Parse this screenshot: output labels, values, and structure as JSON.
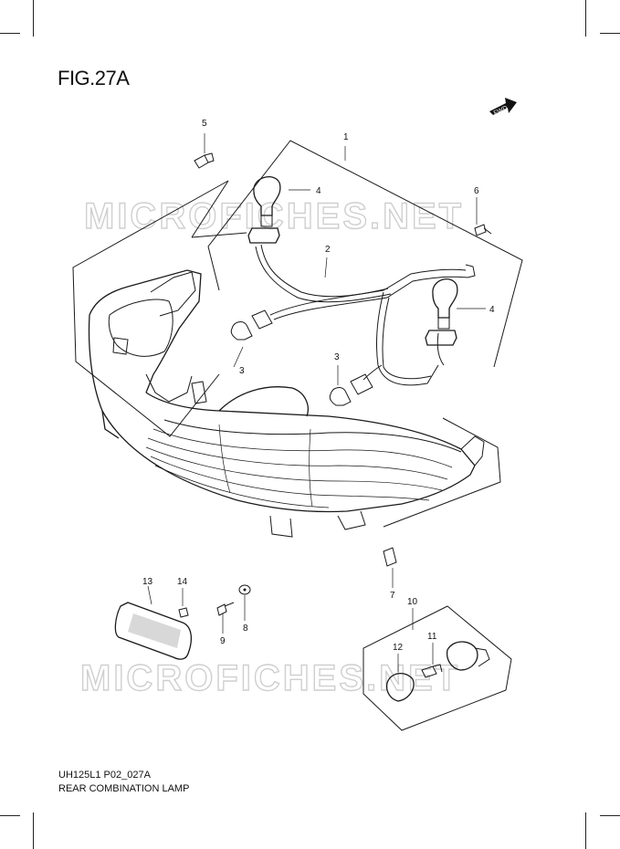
{
  "figure": {
    "title": "FIG.27A",
    "code": "UH125L1 P02_027A",
    "name": "REAR COMBINATION LAMP",
    "fwd_label": "FWD"
  },
  "watermark": {
    "text": "MICROFICHES.NET"
  },
  "callouts": {
    "n1": "1",
    "n2": "2",
    "n3a": "3",
    "n3b": "3",
    "n4a": "4",
    "n4b": "4",
    "n5": "5",
    "n6": "6",
    "n7": "7",
    "n8": "8",
    "n9": "9",
    "n10": "10",
    "n11": "11",
    "n12": "12",
    "n13": "13",
    "n14": "14"
  },
  "colors": {
    "line": "#1a1a1a",
    "watermark_outline": "#cfcfcf"
  }
}
